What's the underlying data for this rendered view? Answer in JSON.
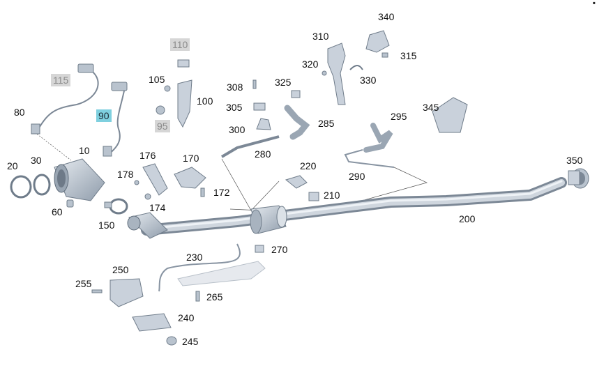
{
  "diagram": {
    "callouts": {
      "c340": "340",
      "c310": "310",
      "c315": "315",
      "c320": "320",
      "c330": "330",
      "c110": "110",
      "c115": "115",
      "c105": "105",
      "c100": "100",
      "c95": "95",
      "c90": "90",
      "c80": "80",
      "c10": "10",
      "c308": "308",
      "c325": "325",
      "c305": "305",
      "c300": "300",
      "c285": "285",
      "c280": "280",
      "c295": "295",
      "c345": "345",
      "c290": "290",
      "c220": "220",
      "c210": "210",
      "c200": "200",
      "c350": "350",
      "c20": "20",
      "c30": "30",
      "c60": "60",
      "c150": "150",
      "c176": "176",
      "c170": "170",
      "c178": "178",
      "c172": "172",
      "c174": "174",
      "c230": "230",
      "c270": "270",
      "c250": "250",
      "c255": "255",
      "c265": "265",
      "c240": "240",
      "c245": "245"
    },
    "highlighted_callout": "90",
    "greyed_callouts": [
      "110",
      "115",
      "95"
    ],
    "colors": {
      "part_fill": "#c9d1db",
      "part_stroke": "#6f7c8a",
      "highlight": "#7fd0df",
      "grey_label": "#d6d6d6"
    }
  }
}
